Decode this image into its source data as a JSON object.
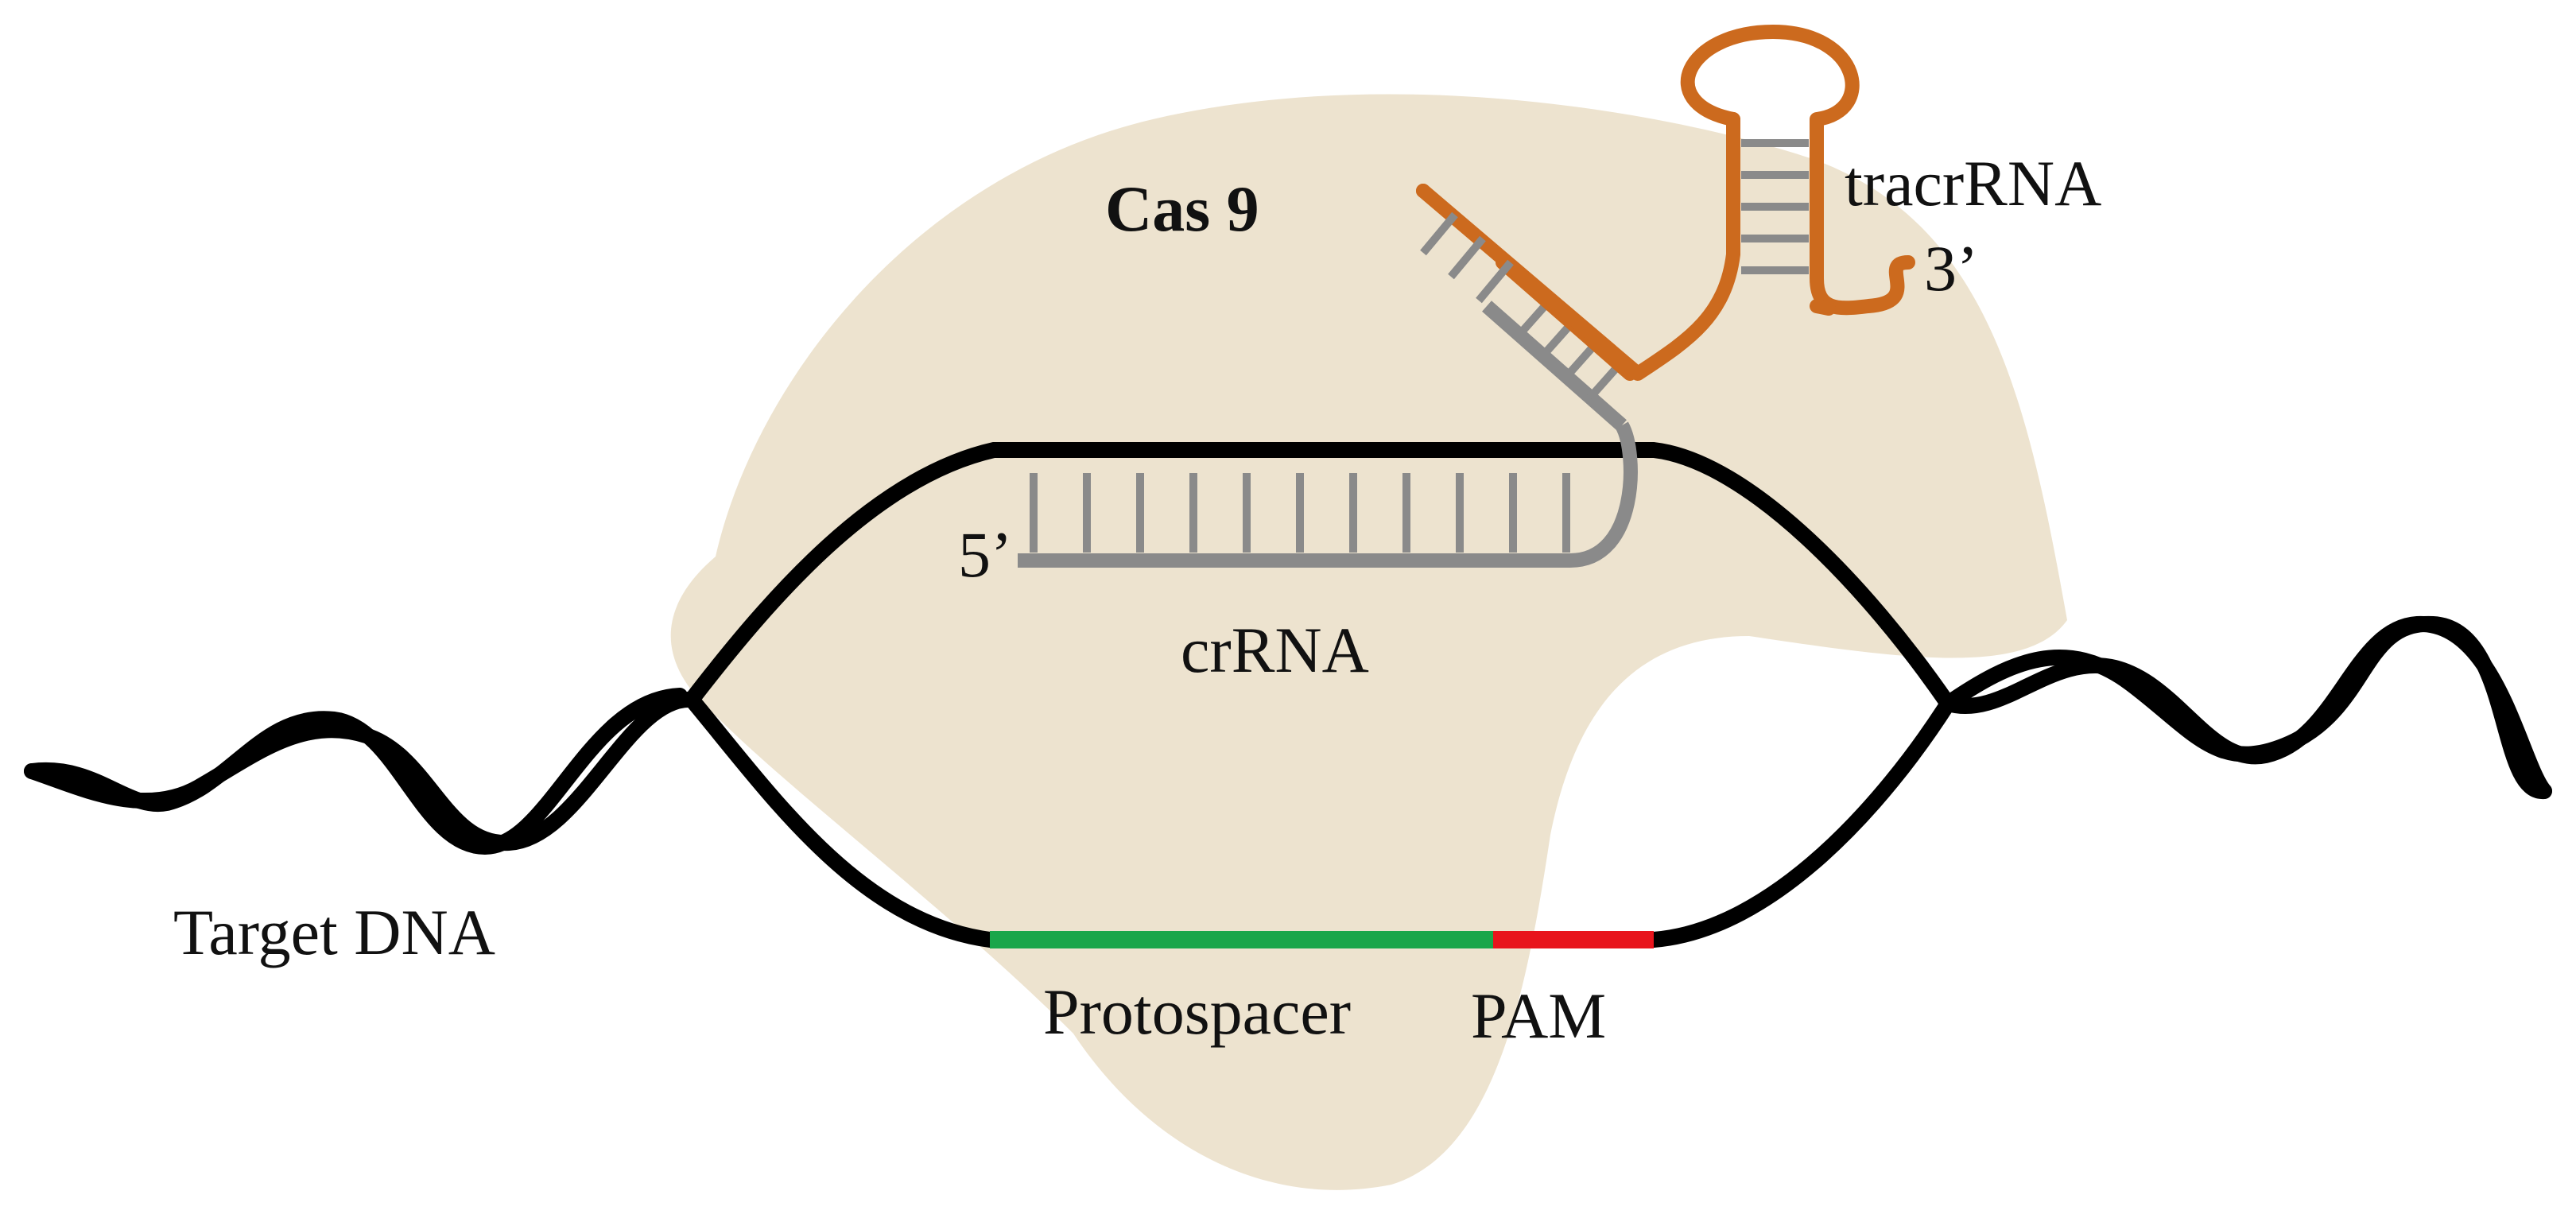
{
  "labels": {
    "cas9": "Cas 9",
    "tracrrna": "tracrRNA",
    "three_prime": "3’",
    "five_prime": "5’",
    "crrna": "crRNA",
    "target_dna": "Target DNA",
    "protospacer": "Protospacer",
    "pam": "PAM"
  },
  "colors": {
    "cas9_protein": "#ede3cf",
    "dna": "#000000",
    "crrna": "#8a8a8a",
    "tracrrna": "#cc6a1e",
    "protospacer": "#1aa64a",
    "pam": "#e8141c"
  },
  "icons": {
    "cas9": "cas9-protein-blob",
    "dna": "double-helix",
    "rna": "rna-ladder"
  }
}
